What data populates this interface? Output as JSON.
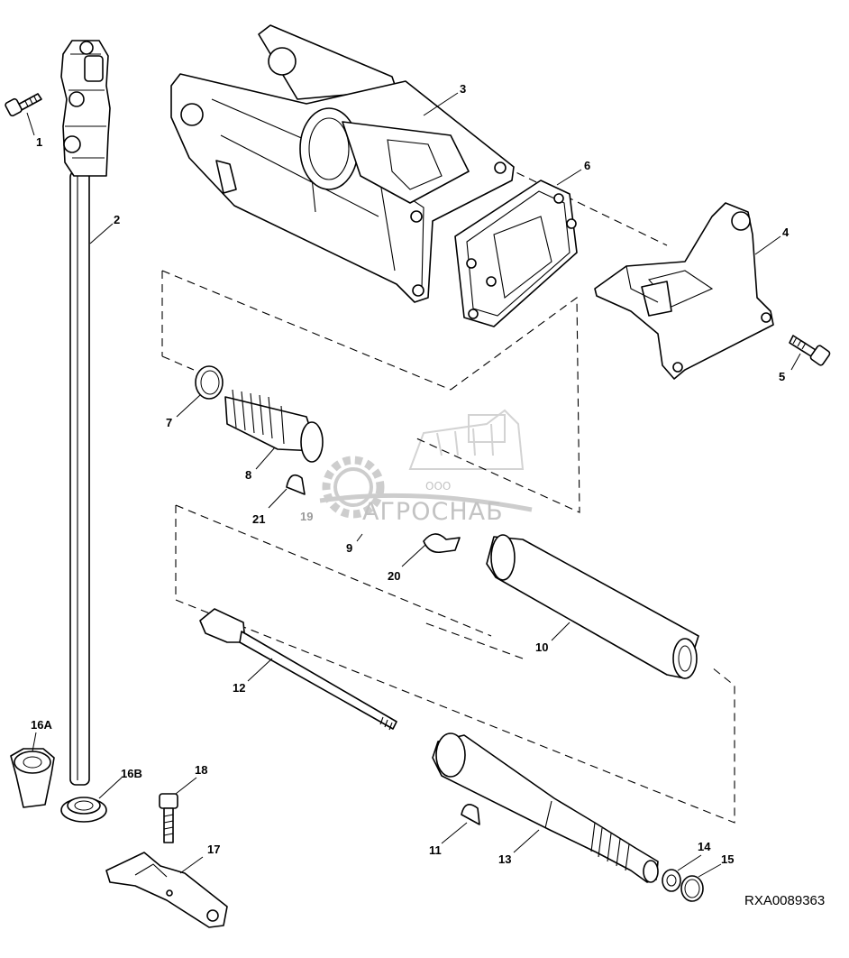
{
  "figure": {
    "reference_code": "RXA0089363",
    "watermark": {
      "company_prefix": "ООО",
      "company_name": "АГРОСНАБ"
    }
  },
  "callouts": [
    {
      "id": "c1",
      "label": "1"
    },
    {
      "id": "c2",
      "label": "2"
    },
    {
      "id": "c3",
      "label": "3"
    },
    {
      "id": "c4",
      "label": "4"
    },
    {
      "id": "c5",
      "label": "5"
    },
    {
      "id": "c6",
      "label": "6"
    },
    {
      "id": "c7",
      "label": "7"
    },
    {
      "id": "c8",
      "label": "8"
    },
    {
      "id": "c9",
      "label": "9"
    },
    {
      "id": "c10",
      "label": "10"
    },
    {
      "id": "c11",
      "label": "11"
    },
    {
      "id": "c12",
      "label": "12"
    },
    {
      "id": "c13",
      "label": "13"
    },
    {
      "id": "c14",
      "label": "14"
    },
    {
      "id": "c15",
      "label": "15"
    },
    {
      "id": "c16a",
      "label": "16A"
    },
    {
      "id": "c16b",
      "label": "16B"
    },
    {
      "id": "c17",
      "label": "17"
    },
    {
      "id": "c18",
      "label": "18"
    },
    {
      "id": "c19",
      "label": "19"
    },
    {
      "id": "c20",
      "label": "20"
    },
    {
      "id": "c21",
      "label": "21"
    }
  ]
}
